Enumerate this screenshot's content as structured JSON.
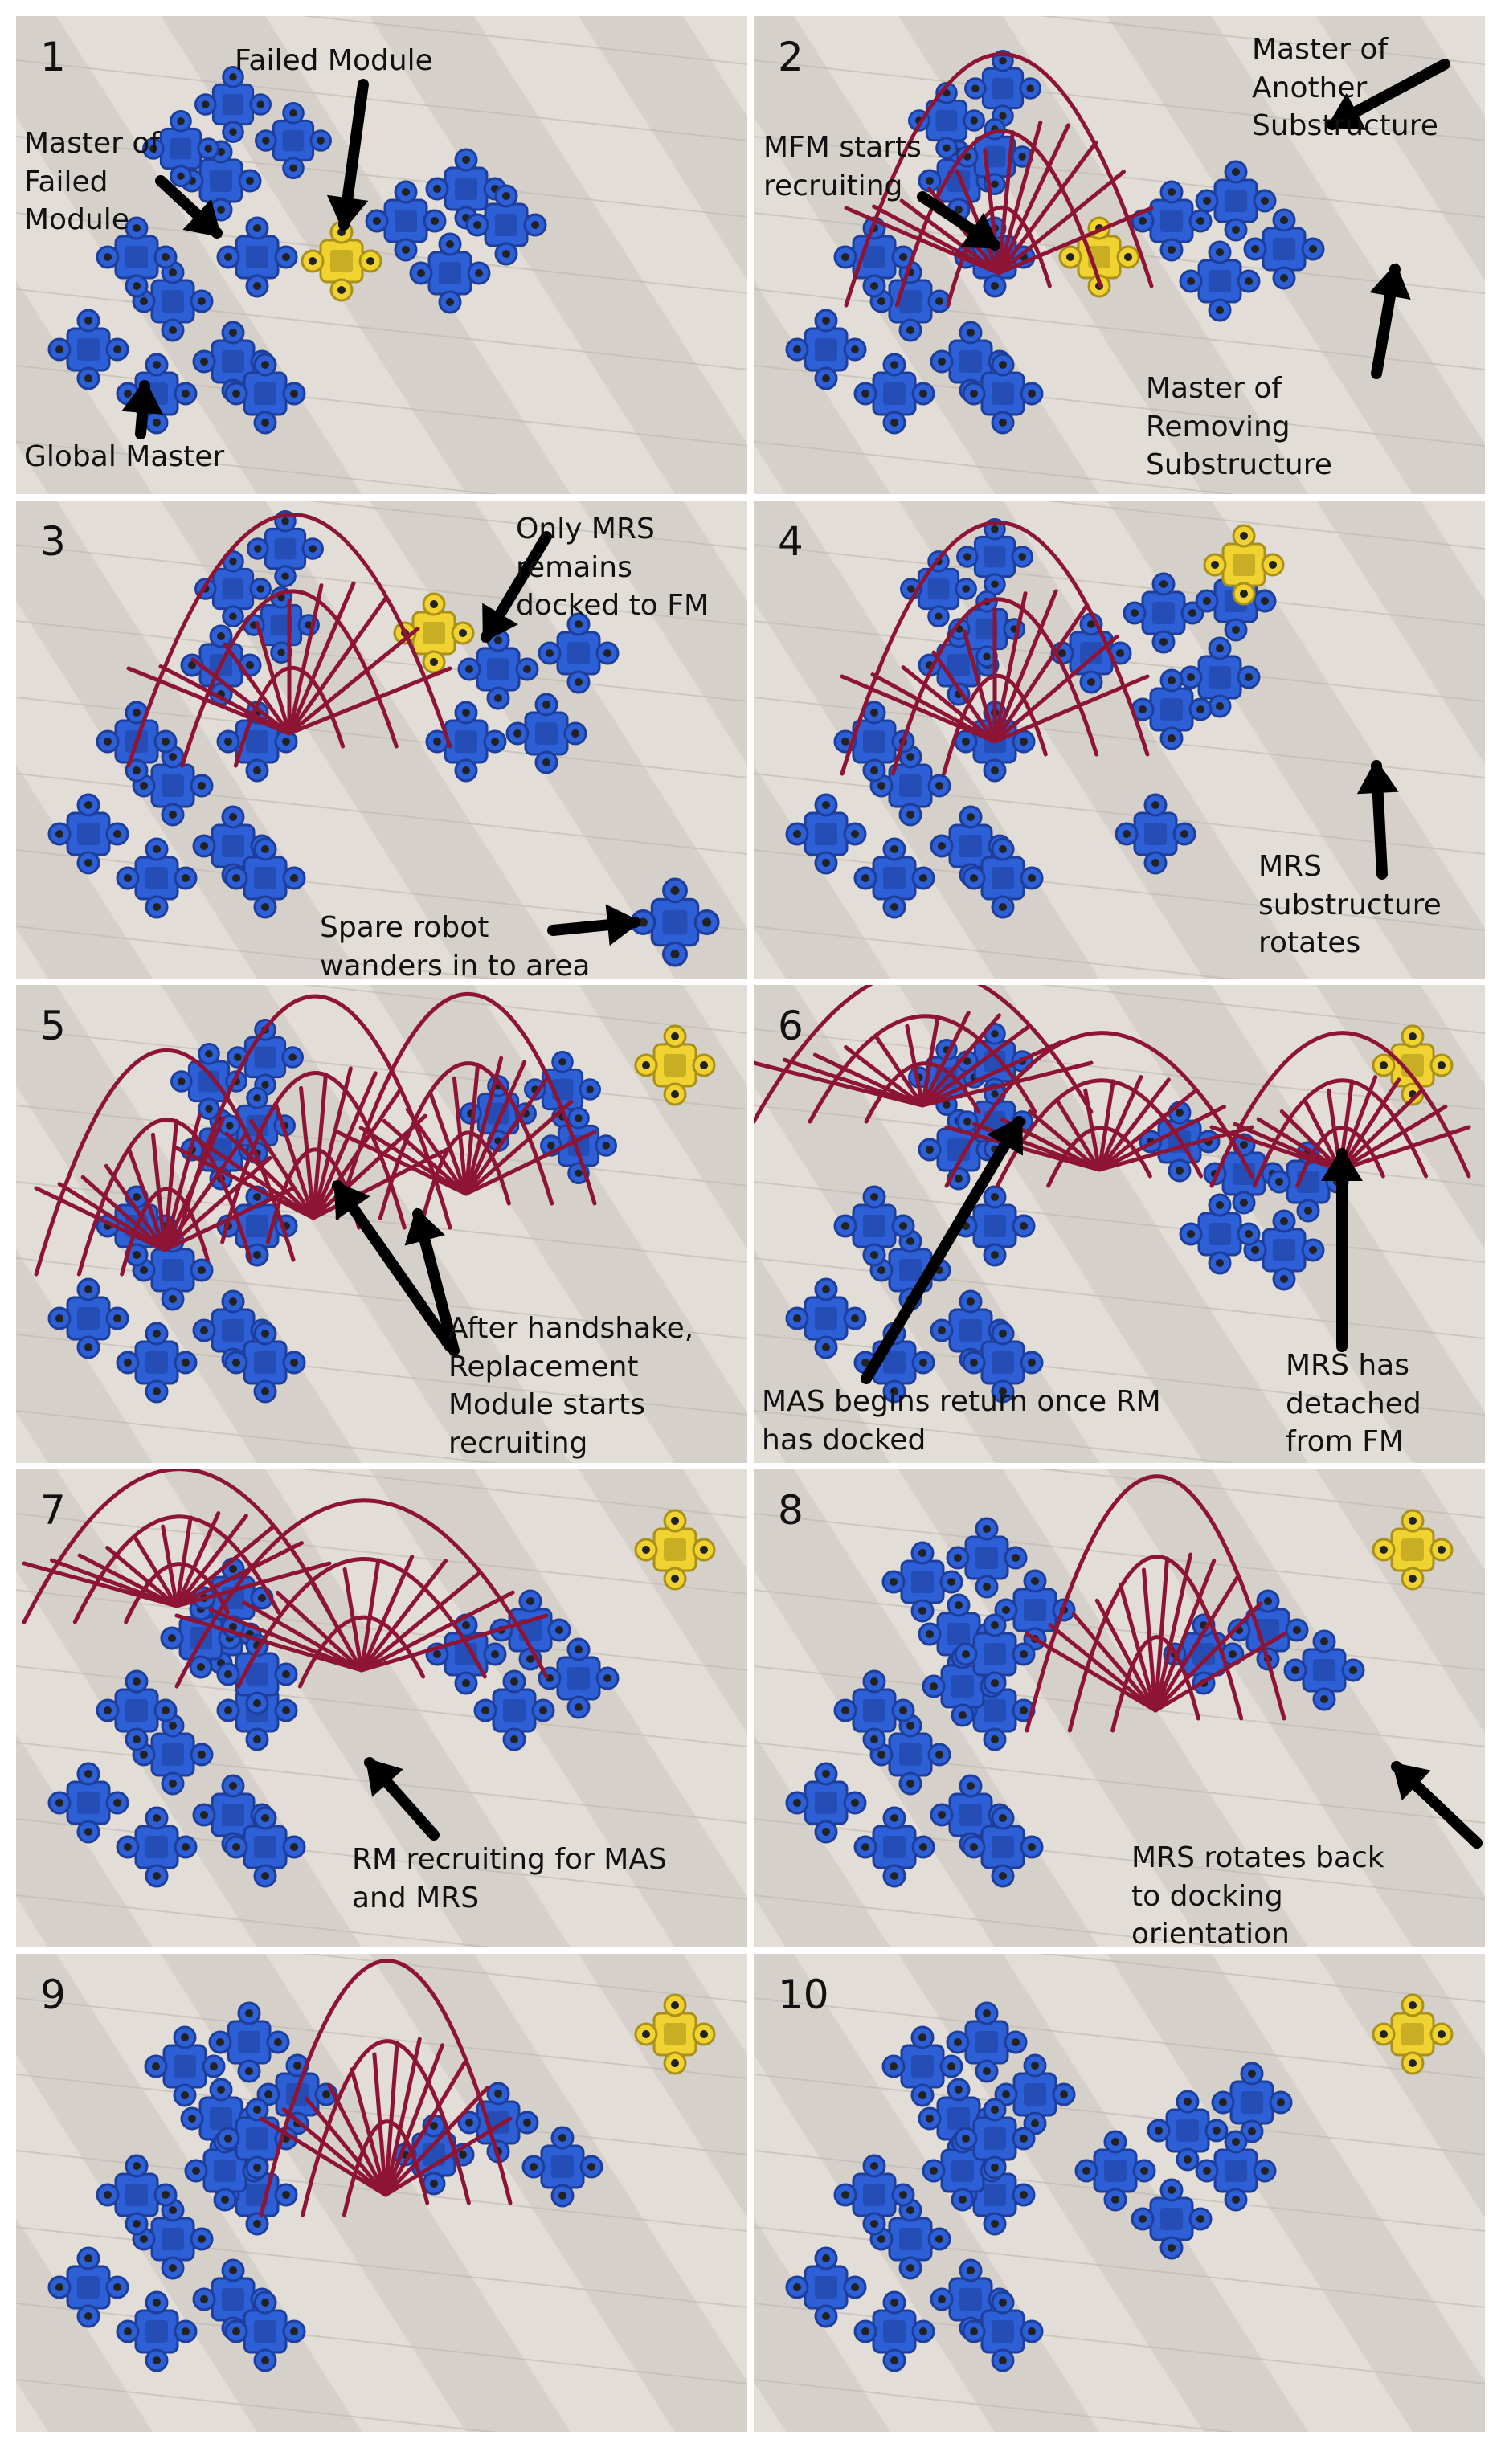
{
  "colors": {
    "module_blue": "#2d5fd6",
    "module_dark": "#1d3e9a",
    "failed_yellow": "#f0d230",
    "failed_dark": "#a8901a",
    "link_red": "#8e1436",
    "floor": "#d9d6cf",
    "tile": "#e9e6df",
    "arrow": "#000000"
  },
  "icons": [
    "robot-module-icon",
    "arrow-icon"
  ],
  "panels": [
    {
      "number": "1",
      "labels": [
        "Failed Module",
        "Master of\nFailed\nModule",
        "Global Master"
      ]
    },
    {
      "number": "2",
      "labels": [
        "Master of\nAnother\nSubstructure",
        "MFM starts\nrecruiting",
        "Master of\nRemoving\nSubstructure"
      ]
    },
    {
      "number": "3",
      "labels": [
        "Only MRS\nremains\ndocked to FM",
        "Spare robot\nwanders in to area"
      ]
    },
    {
      "number": "4",
      "labels": [
        "MRS\nsubstructure\nrotates"
      ]
    },
    {
      "number": "5",
      "labels": [
        "After handshake,\nReplacement\nModule starts\nrecruiting"
      ]
    },
    {
      "number": "6",
      "labels": [
        "MAS begins return once RM\nhas docked",
        "MRS has\ndetached\nfrom FM"
      ]
    },
    {
      "number": "7",
      "labels": [
        "RM recruiting for MAS\nand MRS"
      ]
    },
    {
      "number": "8",
      "labels": [
        "MRS rotates back\nto docking\norientation"
      ]
    },
    {
      "number": "9",
      "labels": []
    },
    {
      "number": "10",
      "labels": []
    }
  ]
}
